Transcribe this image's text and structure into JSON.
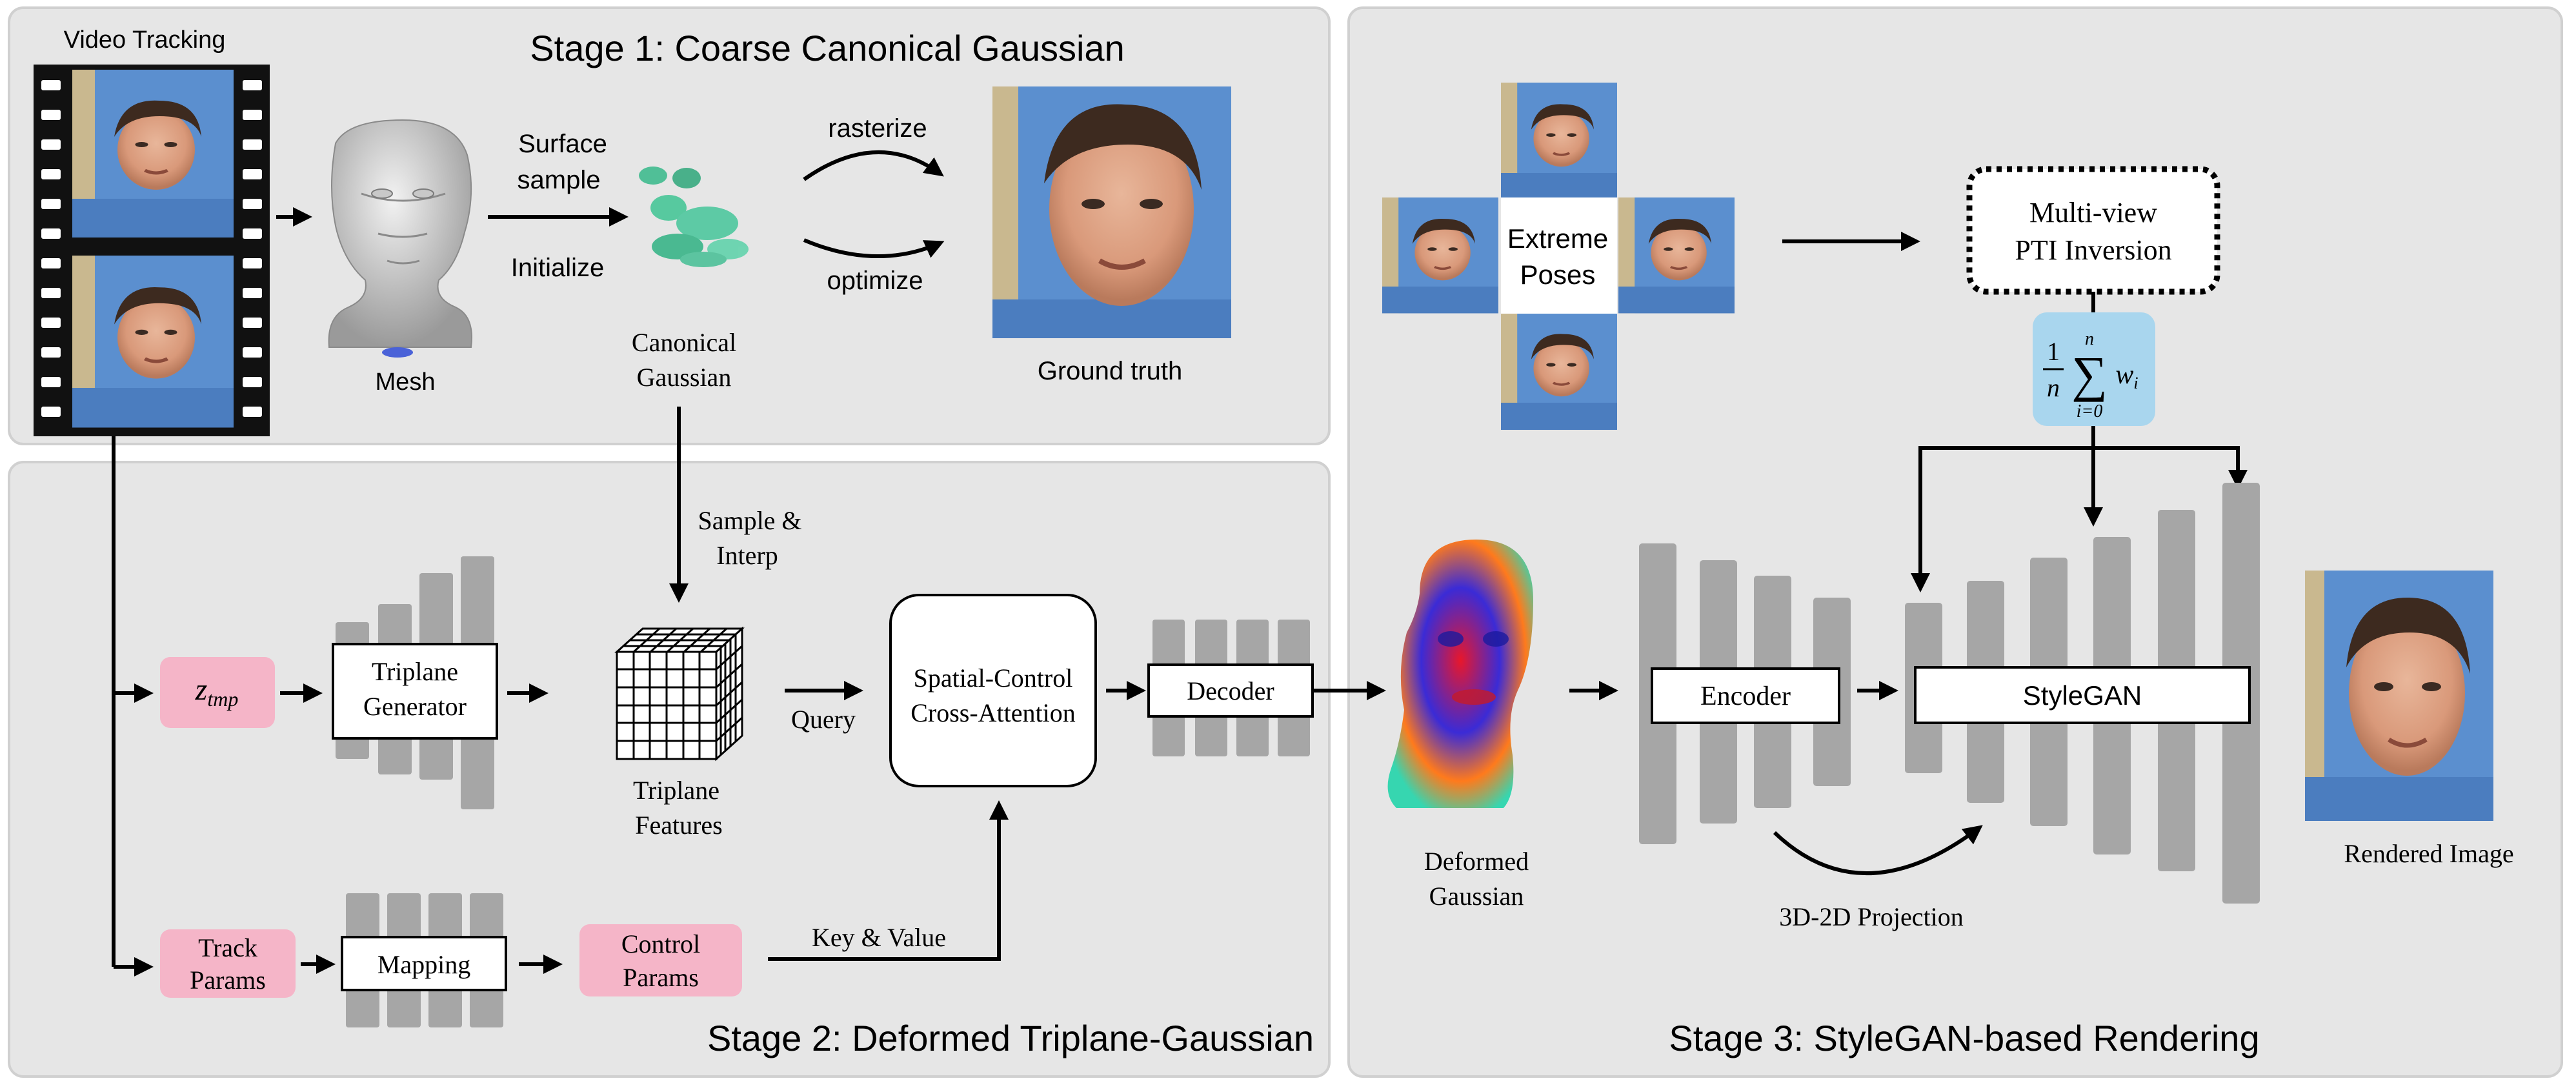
{
  "stage1": {
    "title": "Stage 1: Coarse Canonical Gaussian",
    "video_tracking": "Video Tracking",
    "mesh": "Mesh",
    "surface_sample_line1": "Surface",
    "surface_sample_line2": "sample",
    "initialize": "Initialize",
    "canonical_line1": "Canonical",
    "canonical_line2": "Gaussian",
    "rasterize": "rasterize",
    "optimize": "optimize",
    "ground_truth": "Ground truth"
  },
  "stage2": {
    "title": "Stage 2: Deformed Triplane-Gaussian",
    "sample_line1": "Sample &",
    "sample_line2": "Interp",
    "z_base": "z",
    "z_sub": "tmp",
    "triplane_gen_line1": "Triplane",
    "triplane_gen_line2": "Generator",
    "triplane_feat_line1": "Triplane",
    "triplane_feat_line2": "Features",
    "query": "Query",
    "attention_line1": "Spatial-Control",
    "attention_line2": "Cross-Attention",
    "decoder": "Decoder",
    "track_line1": "Track",
    "track_line2": "Params",
    "mapping": "Mapping",
    "control_line1": "Control",
    "control_line2": "Params",
    "key_value": "Key & Value"
  },
  "stage3": {
    "title": "Stage 3: StyleGAN-based Rendering",
    "extreme_line1": "Extreme",
    "extreme_line2": "Poses",
    "pti_line1": "Multi-view",
    "pti_line2": "PTI Inversion",
    "formula_one": "1",
    "formula_n": "n",
    "formula_sum": "∑",
    "formula_upper": "n",
    "formula_lower": "i=0",
    "formula_w": "w",
    "formula_i": "i",
    "deformed_line1": "Deformed",
    "deformed_line2": "Gaussian",
    "encoder": "Encoder",
    "stylegan": "StyleGAN",
    "projection": "3D-2D Projection",
    "rendered": "Rendered Image"
  },
  "colors": {
    "panel": "#e6e6e6",
    "pink": "#f5b5c8",
    "blue_box": "#a9d6ee",
    "bar": "#a6a6a6",
    "photo_bg": "#5b8fcf"
  }
}
